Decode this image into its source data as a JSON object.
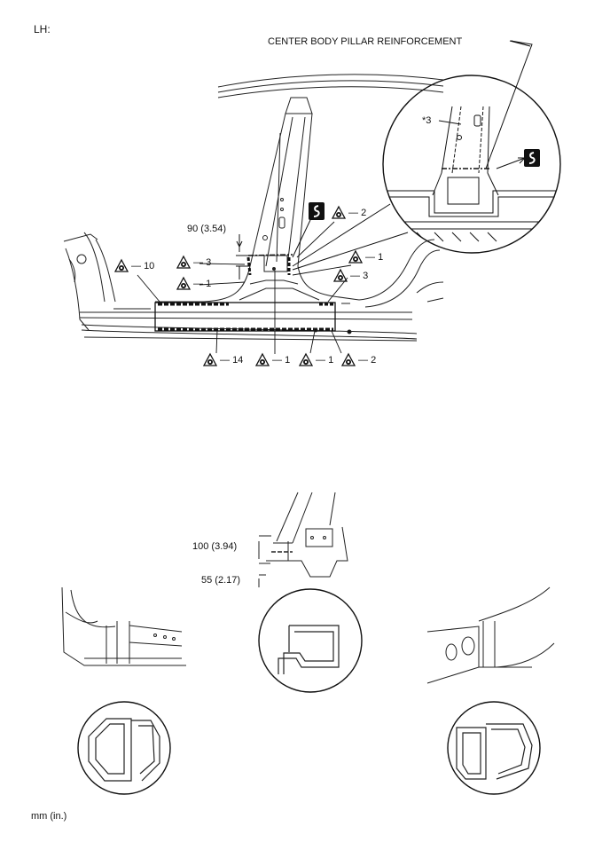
{
  "header": {
    "side_label": "LH:"
  },
  "callouts": {
    "reinforcement": "CENTER BODY PILLAR REINFORCEMENT",
    "detail_ref": "*3"
  },
  "dimensions": {
    "d90": "90 (3.54)",
    "d100": "100 (3.94)",
    "d55": "55 (2.17)"
  },
  "weld_counts": {
    "top_right_2": "2",
    "left_10": "10",
    "left_3": "3",
    "left_1": "1",
    "right_1": "1",
    "right_3": "3",
    "bottom_14": "14",
    "bottom_1a": "1",
    "bottom_1b": "1",
    "bottom_2": "2"
  },
  "footer": {
    "units": "mm (in.)"
  }
}
